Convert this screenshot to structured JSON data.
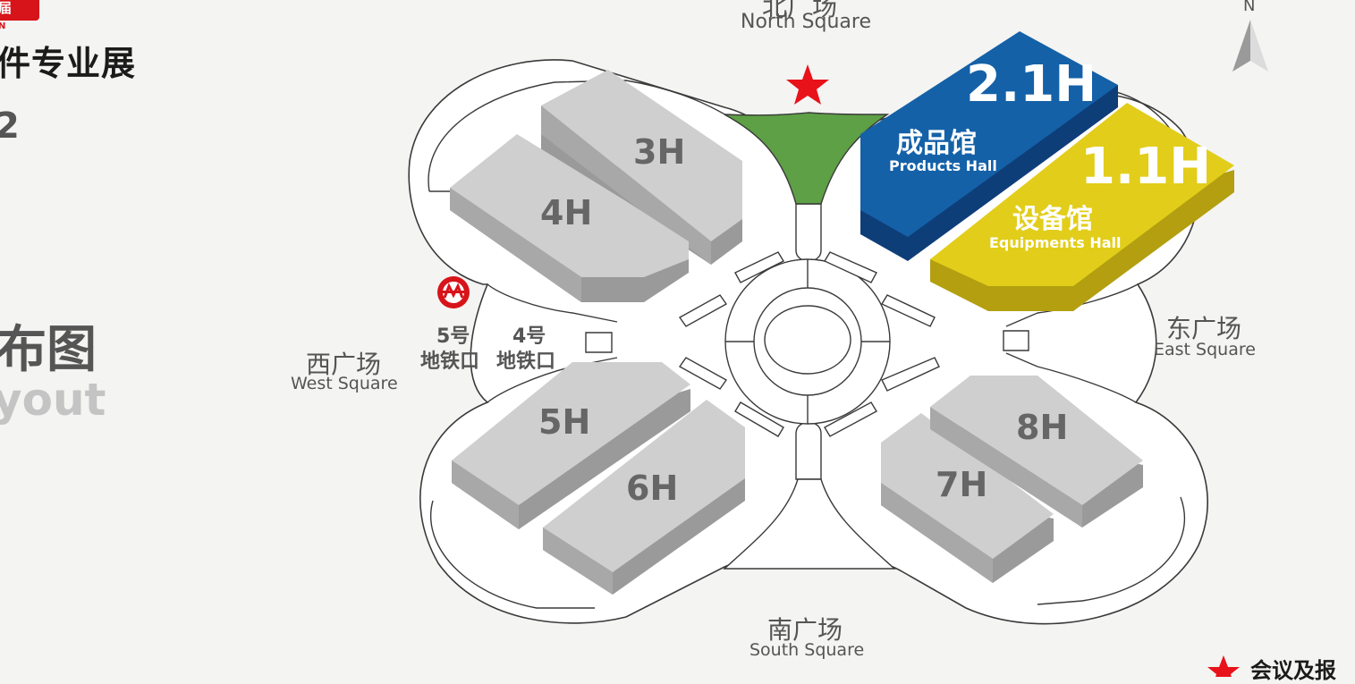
{
  "header": {
    "badge_label": "届",
    "badge_sub": "N",
    "title_fragment": "件专业展",
    "fragment_char": "2",
    "layout_title_cn": "布图",
    "layout_title_en": "yout"
  },
  "squares": {
    "north": {
      "cn": "北广场",
      "en": "North Square"
    },
    "south": {
      "cn": "南广场",
      "en": "South Square"
    },
    "east": {
      "cn": "东广场",
      "en": "East Square"
    },
    "west": {
      "cn": "西广场",
      "en": "West Square"
    }
  },
  "halls": {
    "h3": "3H",
    "h4": "4H",
    "h5": "5H",
    "h6": "6H",
    "h7": "7H",
    "h8": "8H",
    "products": {
      "code": "2.1H",
      "cn": "成品馆",
      "en": "Products Hall"
    },
    "equipments": {
      "code": "1.1H",
      "cn": "设备馆",
      "en": "Equipments Hall"
    }
  },
  "metro": {
    "line5": {
      "num": "5号",
      "exit": "地铁口"
    },
    "line4": {
      "num": "4号",
      "exit": "地铁口"
    }
  },
  "compass": "N",
  "legend": {
    "label": "会议及报"
  },
  "colors": {
    "products_hall": "#1461a8",
    "equipments_hall": "#e2cd1a",
    "north_plaza": "#5ea045",
    "star": "#e8121a",
    "metro": "#d7141a",
    "hall_gray": "#cfcfcf"
  }
}
